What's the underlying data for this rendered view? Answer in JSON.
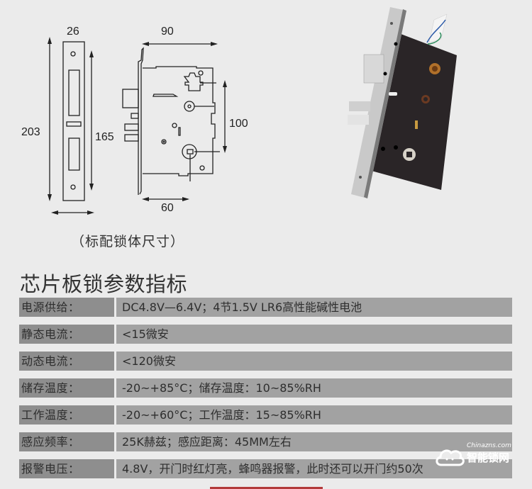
{
  "diagram": {
    "faceplate": {
      "width_label": "26",
      "total_height_label": "203",
      "hole_span_label": "165"
    },
    "lock_body": {
      "width_label": "90",
      "backset_label": "60",
      "center_distance_label": "100"
    },
    "caption": "（标配锁体尺寸）"
  },
  "product_photo": {
    "alt": "mortise lock body photo",
    "colors": {
      "body": "#2a2527",
      "faceplate": "#c8c8c8",
      "brass": "#b0702a"
    }
  },
  "specs": {
    "title": "芯片板锁参数指标",
    "rows": [
      {
        "label": "电源供给：",
        "value": "DC4.8V—6.4V；4节1.5V LR6高性能碱性电池"
      },
      {
        "label": "静态电流：",
        "value": "<15微安"
      },
      {
        "label": "动态电流：",
        "value": "<120微安"
      },
      {
        "label": "储存温度：",
        "value": "-20~+85°C；储存温度：10~85%RH"
      },
      {
        "label": "工作温度：",
        "value": "-20~+60°C；工作温度：15~85%RH"
      },
      {
        "label": "感应频率：",
        "value": "25K赫兹；感应距离：45MM左右"
      },
      {
        "label": "报警电压：",
        "value": "4.8V，开门时红灯亮，蜂鸣器报警，此时还可以开门约50次"
      }
    ]
  },
  "watermark": {
    "small": "Chinazns.com",
    "big": "智能锁网"
  },
  "colors": {
    "background": "#ebebeb",
    "label_cell": "#8e8e8e",
    "value_cell": "#a2a2a2",
    "accent_bar": "#b23a3a"
  }
}
